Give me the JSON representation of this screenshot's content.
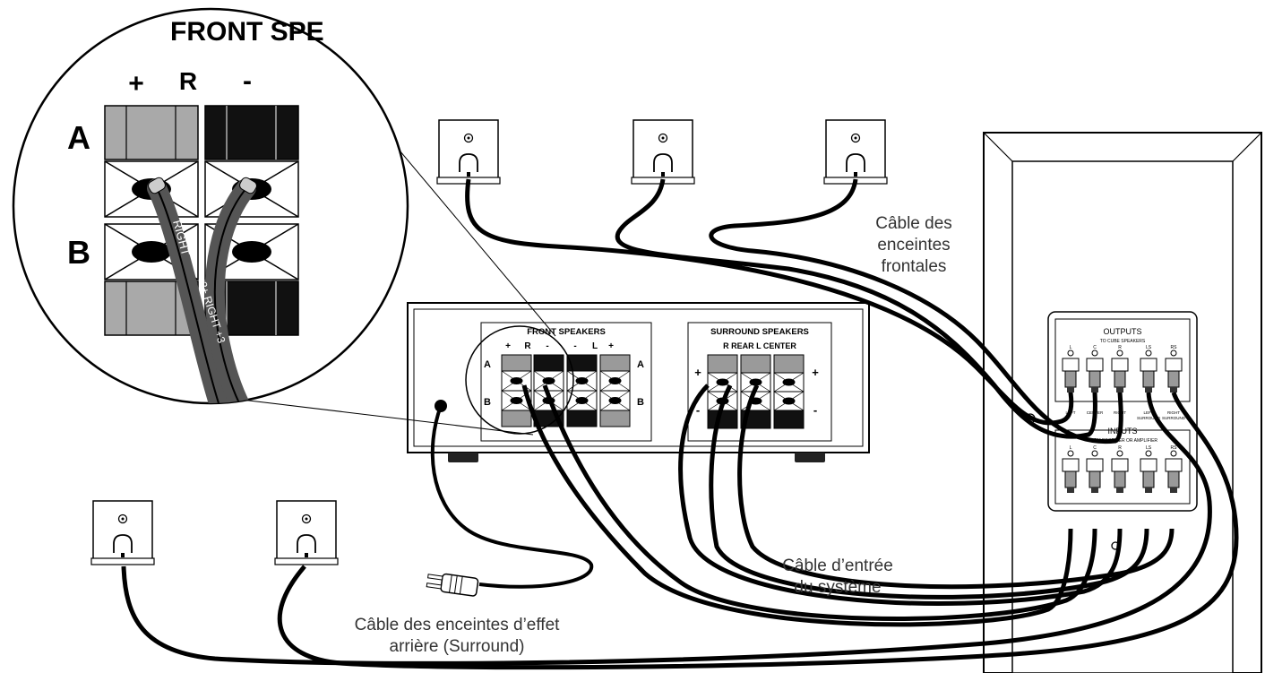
{
  "zoom": {
    "title": "FRONT SPE",
    "plus": "+",
    "r": "R",
    "minus": "-",
    "row_a": "A",
    "row_b": "B",
    "wire_text_1": "RIGHT",
    "wire_text_2": "3+ RIGHT +3"
  },
  "receiver": {
    "front_title": "FRONT SPEAKERS",
    "front_cols": [
      "+",
      "R",
      "-",
      "-",
      "L",
      "+"
    ],
    "row_a": "A",
    "row_b": "B",
    "surround_title": "SURROUND SPEAKERS",
    "surround_cols": "R REAR L  CENTER",
    "plus": "+",
    "minus": "-"
  },
  "subwoofer": {
    "outputs_label": "OUTPUTS",
    "outputs_sub": "TO CUBE SPEAKERS",
    "out_cols": [
      "L",
      "C",
      "R",
      "LS",
      "RS"
    ],
    "inputs_label": "INPUTS",
    "inputs_sub": "FROM RECEIVER OR AMPLIFIER",
    "in_cols": [
      "L",
      "C",
      "R",
      "LS",
      "RS"
    ],
    "mid_cols": [
      "LEFT",
      "CENTER",
      "RIGHT",
      "LEFT SURROUND",
      "RIGHT SURROUND"
    ]
  },
  "labels": {
    "front_cable": [
      "Câble des",
      "enceintes",
      "frontales"
    ],
    "system_input": [
      "Câble d’entrée",
      "du système"
    ],
    "surround_cable": [
      "Câble des enceintes d’effet",
      "arrière (Surround)"
    ]
  }
}
